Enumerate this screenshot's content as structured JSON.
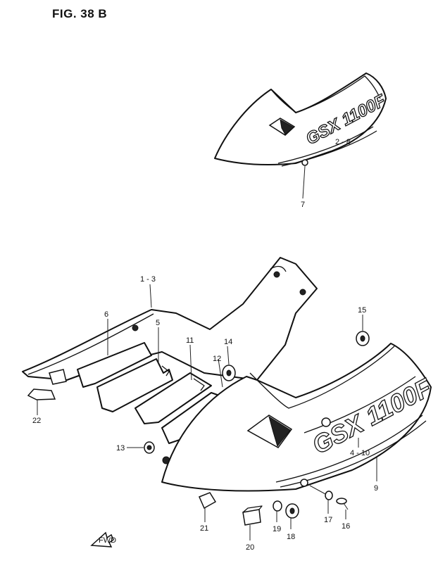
{
  "figure": {
    "title": "FIG. 38 B",
    "logo_text": "GSX 1100F",
    "front_arrow_label": "FWD"
  },
  "callouts": [
    {
      "id": "c-2-8",
      "label": "2 - 8"
    },
    {
      "id": "c-7",
      "label": "7"
    },
    {
      "id": "c-1-3",
      "label": "1 - 3"
    },
    {
      "id": "c-6",
      "label": "6"
    },
    {
      "id": "c-5",
      "label": "5"
    },
    {
      "id": "c-11",
      "label": "11"
    },
    {
      "id": "c-14",
      "label": "14"
    },
    {
      "id": "c-12",
      "label": "12"
    },
    {
      "id": "c-15",
      "label": "15"
    },
    {
      "id": "c-22",
      "label": "22"
    },
    {
      "id": "c-13",
      "label": "13"
    },
    {
      "id": "c-4-10",
      "label": "4 - 10"
    },
    {
      "id": "c-9",
      "label": "9"
    },
    {
      "id": "c-21",
      "label": "21"
    },
    {
      "id": "c-20",
      "label": "20"
    },
    {
      "id": "c-19",
      "label": "19"
    },
    {
      "id": "c-18",
      "label": "18"
    },
    {
      "id": "c-17",
      "label": "17"
    },
    {
      "id": "c-16",
      "label": "16"
    }
  ]
}
